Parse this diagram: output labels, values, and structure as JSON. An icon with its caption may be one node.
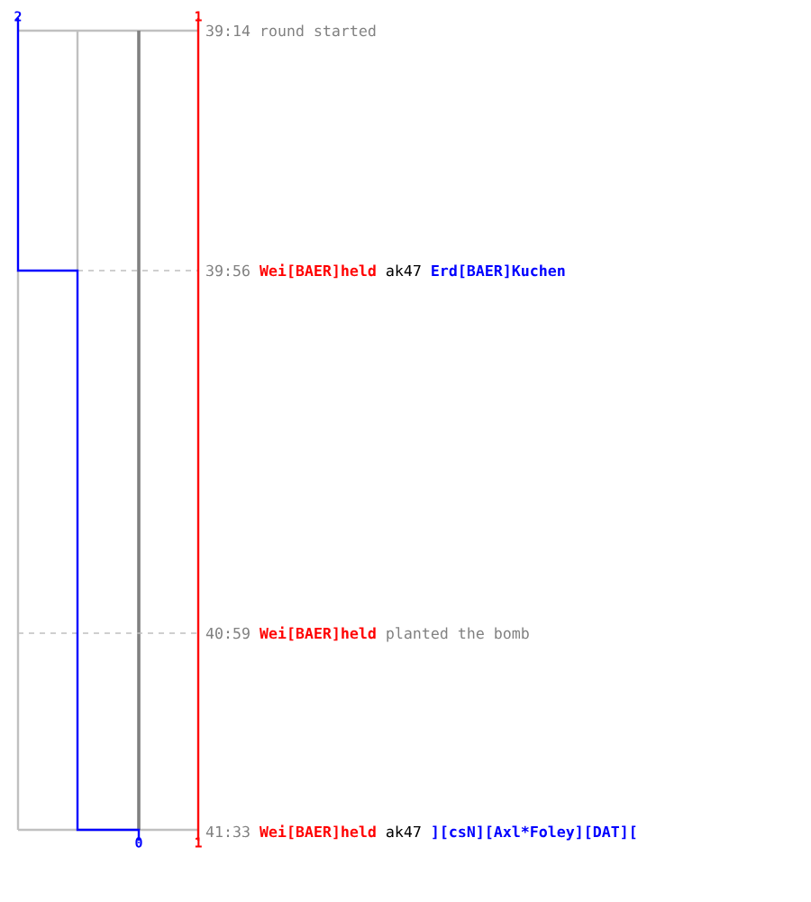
{
  "diagram": {
    "labels": [
      "2",
      "1",
      "39:14",
      "round started",
      "39:56",
      "Wei[BAER]held",
      "ak47",
      "Erd[BAER]Kuchen",
      "40:59",
      "Wei[BAER]held",
      "planted the bomb",
      "41:33",
      "Wei[BAER]held",
      "ak47",
      "][csN][Axl*Foley][DAT][",
      "0",
      "1"
    ]
  }
}
